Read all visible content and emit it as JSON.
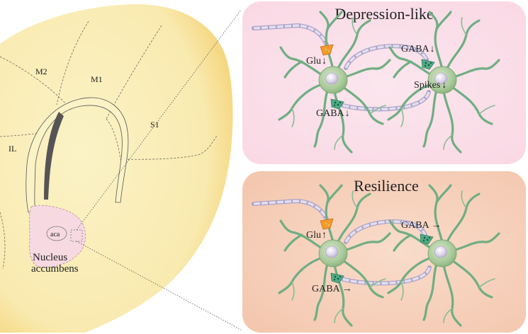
{
  "brain": {
    "regions": [
      "M2",
      "M1",
      "S1",
      "IL",
      "aca"
    ],
    "nucleus_label": [
      "Nucleus",
      "accumbens"
    ]
  },
  "panels": [
    {
      "title": "Depression-like",
      "labels": {
        "glu": "Glu",
        "glu_arrow": "↓",
        "gaba_lower": "GABA",
        "gaba_lower_arrow": "↓",
        "gaba_right": "GABA",
        "gaba_right_arrow": "↓",
        "spikes": "Spikes",
        "spikes_arrow": "↓"
      }
    },
    {
      "title": "Resilience",
      "labels": {
        "glu": "Glu",
        "glu_arrow": "↑",
        "gaba_lower": "GABA",
        "gaba_lower_arrow": "→",
        "gaba_right": "GABA",
        "gaba_right_arrow": "→"
      }
    }
  ],
  "colors": {
    "brain_fill": "#fbf3c6",
    "brain_edge": "#f4cf6a",
    "nucleus_fill": "#f7d9e2",
    "panel_top": "#fbe3ec",
    "panel_bottom": "#f7d2bf",
    "neuron_body": "#b5cfa6",
    "neuron_dendrite": "#6fae82",
    "axon": "#c9c3da",
    "glu_terminal": "#f39a2a",
    "gaba_terminal": "#3e9c78"
  }
}
